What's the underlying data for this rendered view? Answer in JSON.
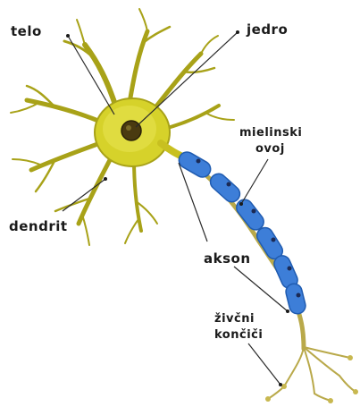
{
  "labels": {
    "telo": "telo",
    "jedro": "jedro",
    "dendrit": "dendrit",
    "mielinski_line1": "mielinski",
    "mielinski_line2": "ovoj",
    "akson": "akson",
    "zivcni_line1": "živčni",
    "zivcni_line2": "končiči"
  },
  "colors": {
    "soma": "#d6d22a",
    "soma_dark": "#a8a218",
    "nucleus": "#4a3a10",
    "myelin": "#3d7ed8",
    "axon": "#b9a94a",
    "text": "#1a1a1a"
  }
}
